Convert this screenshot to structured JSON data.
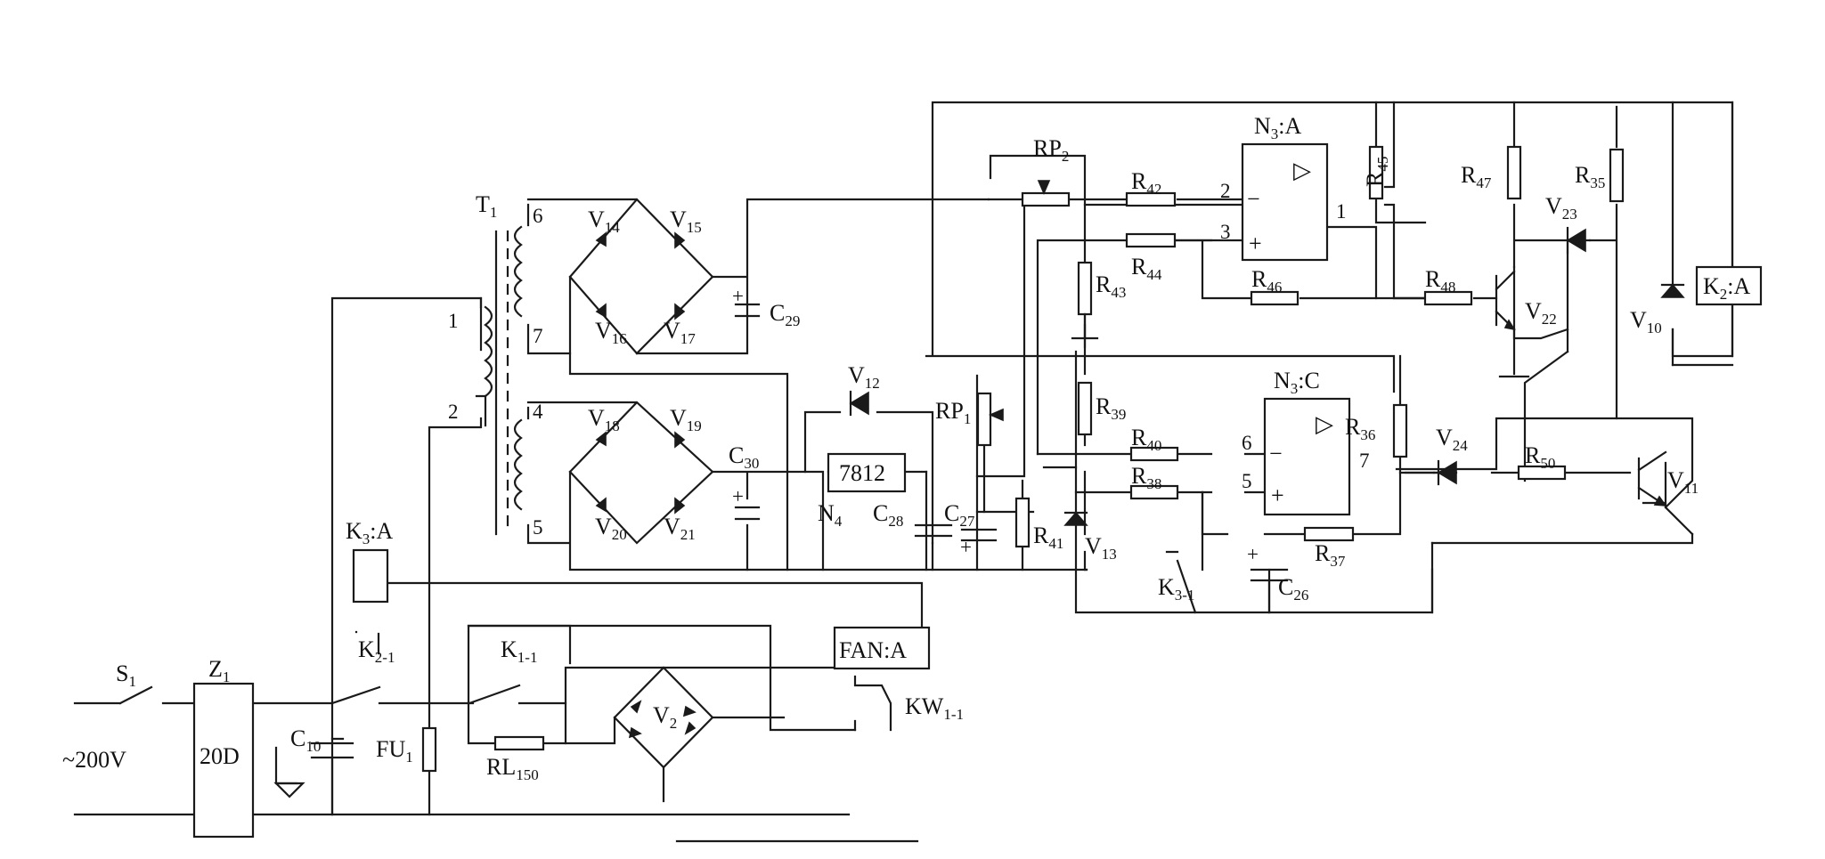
{
  "labels": {
    "T1": {
      "m": "T",
      "s": "1"
    },
    "S1": {
      "m": "S",
      "s": "1"
    },
    "Z1": {
      "m": "Z",
      "s": "1"
    },
    "Z1_value": "20D",
    "supply": "~200V",
    "C10": {
      "m": "C",
      "s": "10"
    },
    "FU1": {
      "m": "FU",
      "s": "1"
    },
    "K3A": "K3:A",
    "K3A_parts": {
      "m": "K",
      "s": "3",
      "t": ":A"
    },
    "K21": {
      "m": "K",
      "s": "2-1"
    },
    "K11": {
      "m": "K",
      "s": "1-1"
    },
    "RL150": {
      "m": "RL",
      "s": "150"
    },
    "V2": {
      "m": "V",
      "s": "2"
    },
    "FAN": "FAN:A",
    "KW11": {
      "m": "KW",
      "s": "1-1"
    },
    "V14": {
      "m": "V",
      "s": "14"
    },
    "V15": {
      "m": "V",
      "s": "15"
    },
    "V16": {
      "m": "V",
      "s": "16"
    },
    "V17": {
      "m": "V",
      "s": "17"
    },
    "V18": {
      "m": "V",
      "s": "18"
    },
    "V19": {
      "m": "V",
      "s": "19"
    },
    "V20": {
      "m": "V",
      "s": "20"
    },
    "V21": {
      "m": "V",
      "s": "21"
    },
    "C29": {
      "m": "C",
      "s": "29"
    },
    "C30": {
      "m": "C",
      "s": "30"
    },
    "V12": {
      "m": "V",
      "s": "12"
    },
    "reg": "7812",
    "N4": {
      "m": "N",
      "s": "4"
    },
    "C28": {
      "m": "C",
      "s": "28"
    },
    "C27": {
      "m": "C",
      "s": "27"
    },
    "RP1": {
      "m": "RP",
      "s": "1"
    },
    "RP2": {
      "m": "RP",
      "s": "2"
    },
    "R41": {
      "m": "R",
      "s": "41"
    },
    "V13": {
      "m": "V",
      "s": "13"
    },
    "R39": {
      "m": "R",
      "s": "39"
    },
    "R40": {
      "m": "R",
      "s": "40"
    },
    "R38": {
      "m": "R",
      "s": "38"
    },
    "R42": {
      "m": "R",
      "s": "42"
    },
    "R43": {
      "m": "R",
      "s": "43"
    },
    "R44": {
      "m": "R",
      "s": "44"
    },
    "R45": {
      "m": "R",
      "s": "45"
    },
    "R46": {
      "m": "R",
      "s": "46"
    },
    "R47": {
      "m": "R",
      "s": "47"
    },
    "R48": {
      "m": "R",
      "s": "48"
    },
    "R35": {
      "m": "R",
      "s": "35"
    },
    "R36": {
      "m": "R",
      "s": "36"
    },
    "R37": {
      "m": "R",
      "s": "37"
    },
    "R50": {
      "m": "R",
      "s": "50"
    },
    "V22": {
      "m": "V",
      "s": "22"
    },
    "V23": {
      "m": "V",
      "s": "23"
    },
    "V24": {
      "m": "V",
      "s": "24"
    },
    "V10": {
      "m": "V",
      "s": "10"
    },
    "V11": {
      "m": "V",
      "s": "11"
    },
    "K2A": "K2:A",
    "K2A_parts": {
      "m": "K",
      "s": "2",
      "t": ":A"
    },
    "N3A": {
      "m": "N",
      "s": "3",
      "t": ":A"
    },
    "N3C": {
      "m": "N",
      "s": "3",
      "t": ":C"
    },
    "C26": {
      "m": "C",
      "s": "26"
    },
    "K31": {
      "m": "K",
      "s": "3-1"
    },
    "op_symbol": "▷",
    "plus": "+",
    "minus": "−"
  },
  "pins": {
    "t1": "1",
    "t2": "2",
    "t4": "4",
    "t5": "5",
    "t6": "6",
    "t7": "7",
    "a2": "2",
    "a3": "3",
    "a1": "1",
    "c6": "6",
    "c5": "5",
    "c7": "7"
  }
}
